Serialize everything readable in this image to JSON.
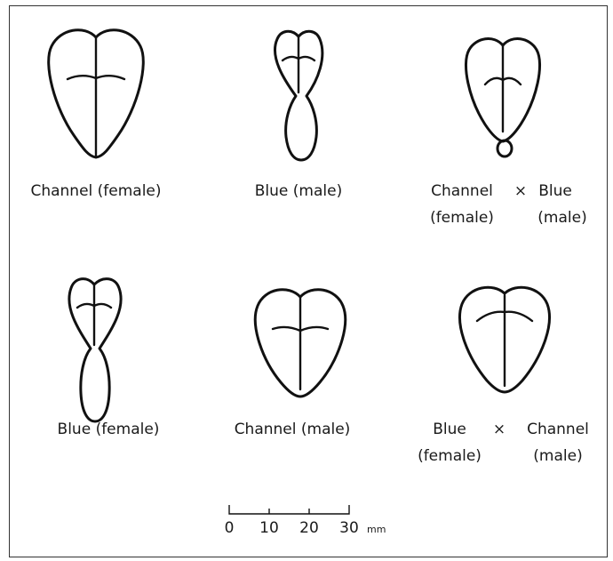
{
  "specimens": [
    {
      "id": "channel-female",
      "shape": "broad",
      "lines": [
        "Channel (female)"
      ]
    },
    {
      "id": "blue-male",
      "shape": "constricted",
      "lines": [
        "Blue (male)"
      ]
    },
    {
      "id": "hybrid-channel-x-blue",
      "shape": "broad-knob",
      "cross": {
        "left": [
          "Channel",
          "(female)"
        ],
        "symbol": "×",
        "right": [
          "Blue",
          "(male)"
        ]
      }
    },
    {
      "id": "blue-female",
      "shape": "constricted",
      "lines": [
        "Blue (female)"
      ]
    },
    {
      "id": "channel-male",
      "shape": "broad",
      "lines": [
        "Channel (male)"
      ]
    },
    {
      "id": "hybrid-blue-x-channel",
      "shape": "broad",
      "cross": {
        "left": [
          "Blue",
          "(female)"
        ],
        "symbol": "×",
        "right": [
          "Channel",
          "(male)"
        ]
      }
    }
  ],
  "scale_bar": {
    "ticks": [
      "0",
      "10",
      "20",
      "30"
    ],
    "unit": "mm"
  }
}
